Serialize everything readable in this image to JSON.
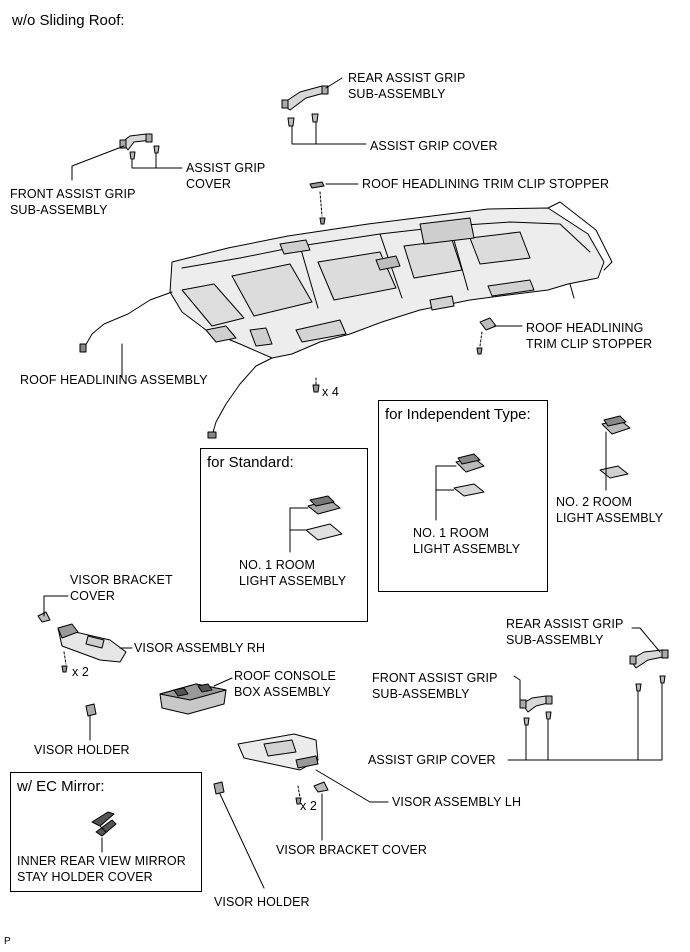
{
  "title": "w/o Sliding Roof:",
  "footer_code": "P",
  "labels": {
    "rear_assist_grip_top": "REAR ASSIST GRIP\nSUB-ASSEMBLY",
    "assist_grip_cover_top": "ASSIST GRIP COVER",
    "assist_grip_cover_left": "ASSIST GRIP\nCOVER",
    "front_assist_grip_top": "FRONT ASSIST GRIP\nSUB-ASSEMBLY",
    "clip_stopper_top": "ROOF HEADLINING TRIM CLIP STOPPER",
    "clip_stopper_right": "ROOF HEADLINING\nTRIM CLIP STOPPER",
    "roof_headlining": "ROOF HEADLINING ASSEMBLY",
    "qty_x4": "x 4",
    "no2_room_light": "NO. 2 ROOM\nLIGHT ASSEMBLY",
    "visor_bracket_cover_top": "VISOR BRACKET\nCOVER",
    "visor_rh": "VISOR ASSEMBLY RH",
    "qty_x2_rh": "x 2",
    "roof_console": "ROOF CONSOLE\nBOX ASSEMBLY",
    "visor_holder_left": "VISOR HOLDER",
    "rear_assist_grip_lower": "REAR ASSIST GRIP\nSUB-ASSEMBLY",
    "front_assist_grip_lower": "FRONT ASSIST GRIP\nSUB-ASSEMBLY",
    "assist_grip_cover_lower": "ASSIST GRIP COVER",
    "visor_lh": "VISOR ASSEMBLY LH",
    "qty_x2_lh": "x 2",
    "visor_bracket_cover_bottom": "VISOR BRACKET COVER",
    "visor_holder_bottom": "VISOR HOLDER"
  },
  "boxes": {
    "independent": {
      "heading": "for Independent Type:",
      "label": "NO. 1 ROOM\nLIGHT ASSEMBLY"
    },
    "standard": {
      "heading": "for Standard:",
      "label": "NO. 1 ROOM\nLIGHT ASSEMBLY"
    },
    "ec_mirror": {
      "heading": "w/ EC Mirror:",
      "label": "INNER REAR VIEW MIRROR\nSTAY HOLDER COVER"
    }
  }
}
